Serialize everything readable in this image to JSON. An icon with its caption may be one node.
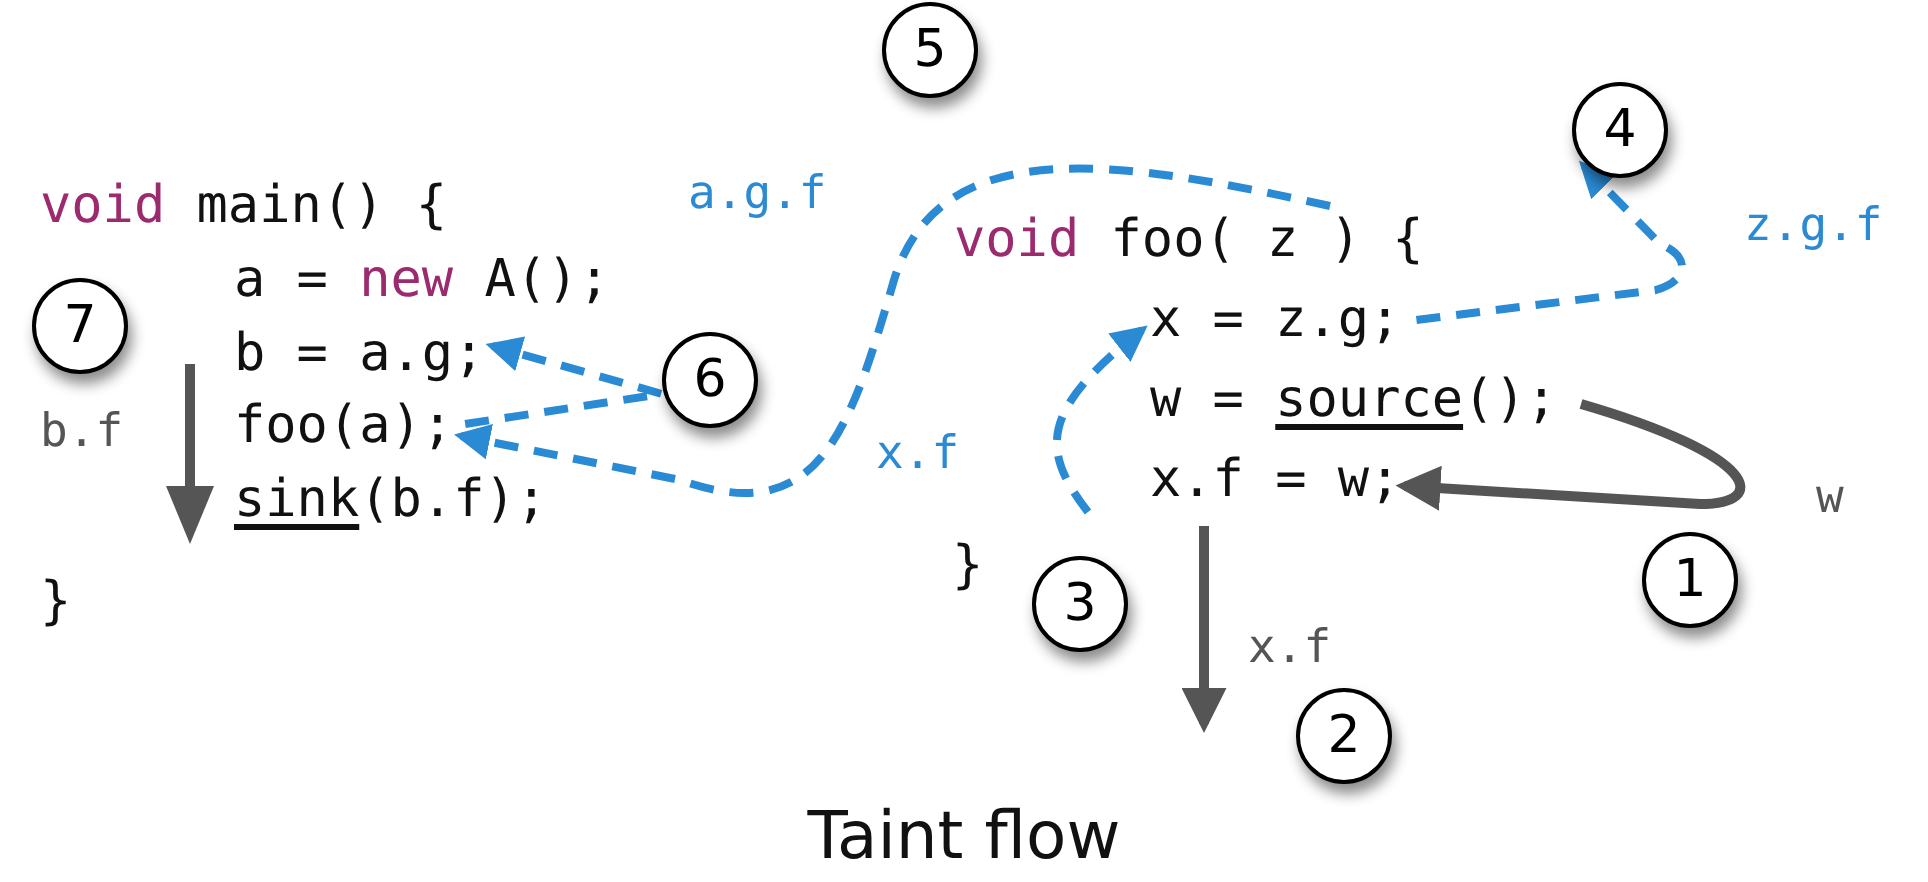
{
  "diagram": {
    "caption": "Taint flow",
    "nodes": [
      {
        "text": [
          "void",
          "main() {"
        ]
      },
      {
        "text": [
          "a =",
          "new",
          "A();"
        ]
      },
      {
        "text": [
          "b = a.g;"
        ]
      },
      {
        "text": [
          "foo(a);"
        ]
      },
      {
        "text": [
          "sink",
          "(b.f);"
        ]
      },
      {
        "text": [
          "}"
        ]
      },
      {
        "text": [
          "void",
          "foo( z ) {"
        ]
      },
      {
        "text": [
          "x = z.g;"
        ]
      },
      {
        "text": [
          "w =",
          "source",
          "();"
        ]
      },
      {
        "text": [
          "x.f = w;"
        ]
      },
      {
        "text": [
          "}"
        ]
      },
      {
        "text": [
          "1"
        ]
      },
      {
        "text": [
          "2"
        ]
      },
      {
        "text": [
          "3"
        ]
      },
      {
        "text": [
          "4"
        ]
      },
      {
        "text": [
          "5"
        ]
      },
      {
        "text": [
          "6"
        ]
      },
      {
        "text": [
          "7"
        ]
      }
    ],
    "edges": [
      {
        "from": 8,
        "to": 9,
        "arrow": "to",
        "label": "w",
        "color": "#555555"
      },
      {
        "from": 9,
        "to": null,
        "arrow": "to",
        "label": "x.f",
        "color": "#555555"
      },
      {
        "from": null,
        "to": 7,
        "arrow": "to",
        "label": "x.f",
        "style": "dashed"
      },
      {
        "from": 7,
        "to": 14,
        "arrow": "to",
        "label": "z.g.f",
        "style": "dashed"
      },
      {
        "from": 6,
        "to": 3,
        "arrow": "to",
        "label": "a.g.f",
        "style": "dashed"
      },
      {
        "from": 3,
        "to": 2,
        "arrow": "to",
        "style": "dashed"
      }
    ],
    "labels": [
      "b.f"
    ]
  }
}
